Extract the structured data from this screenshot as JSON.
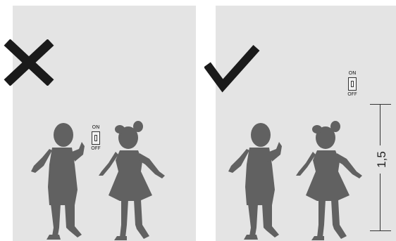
{
  "colors": {
    "panel_bg": "#e4e4e4",
    "silhouette": "#616161",
    "mark": "#1a1a1a",
    "line": "#333333"
  },
  "left_panel": {
    "mark_icon": "cross-mark-icon",
    "switch": {
      "on_label": "ON",
      "off_label": "OFF"
    }
  },
  "right_panel": {
    "mark_icon": "check-mark-icon",
    "switch": {
      "on_label": "ON",
      "off_label": "OFF"
    },
    "height_label": "1,5 m"
  }
}
